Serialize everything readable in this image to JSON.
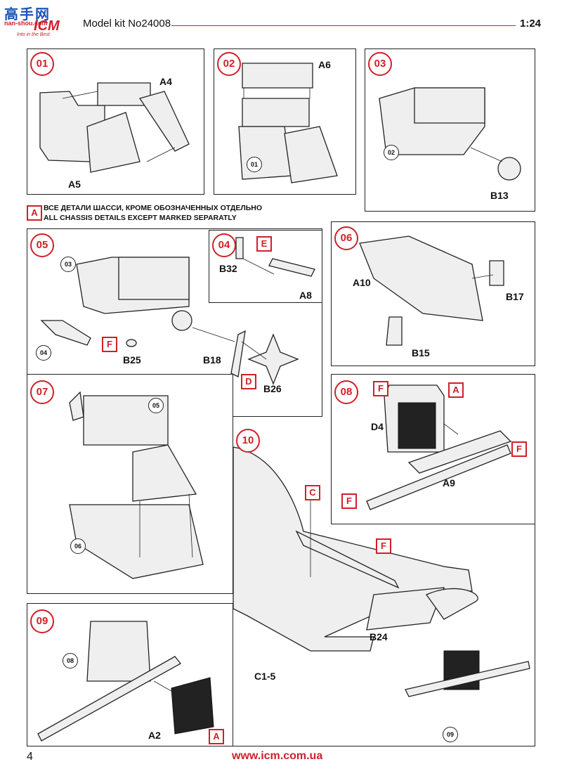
{
  "header": {
    "logo_text": "高手网",
    "logo_sub": "nan-shou.com",
    "brand": "ICM",
    "slogan": "Into in the Best",
    "title": "Model kit No24008",
    "scale": "1:24"
  },
  "note": {
    "marker": "A",
    "line_ru": "ВСЕ ДЕТАЛИ ШАССИ, КРОМЕ ОБОЗНАЧЕННЫХ ОТДЕЛЬНО",
    "line_en": "ALL CHASSIS DETAILS EXCEPT MARKED SEPARATLY"
  },
  "steps": [
    {
      "number": "01",
      "labels": [
        "A4",
        "A5"
      ]
    },
    {
      "number": "02",
      "labels": [
        "A6"
      ],
      "refs": [
        "01"
      ]
    },
    {
      "number": "03",
      "labels": [
        "B13"
      ],
      "refs": [
        "02"
      ]
    },
    {
      "number": "04",
      "labels": [
        "B32",
        "A8"
      ],
      "color_codes": [
        "E"
      ]
    },
    {
      "number": "05",
      "labels": [
        "B25",
        "B18",
        "B26"
      ],
      "refs": [
        "03",
        "04"
      ],
      "color_codes": [
        "F",
        "D"
      ]
    },
    {
      "number": "06",
      "labels": [
        "A10",
        "B17",
        "B15"
      ]
    },
    {
      "number": "07",
      "refs": [
        "05",
        "06"
      ]
    },
    {
      "number": "08",
      "labels": [
        "D4",
        "A9"
      ],
      "color_codes": [
        "F",
        "A",
        "F",
        "F"
      ]
    },
    {
      "number": "09",
      "labels": [
        "A2"
      ],
      "refs": [
        "08"
      ],
      "color_codes": [
        "A"
      ]
    },
    {
      "number": "10",
      "labels": [
        "C1-5",
        "B24"
      ],
      "refs": [
        "09"
      ],
      "color_codes": [
        "C",
        "F"
      ]
    }
  ],
  "footer": {
    "page_number": "4",
    "url": "www.icm.com.ua"
  },
  "colors": {
    "accent_red": "#d0202a",
    "line_dark": "#222222",
    "part_fill": "#efefef"
  }
}
